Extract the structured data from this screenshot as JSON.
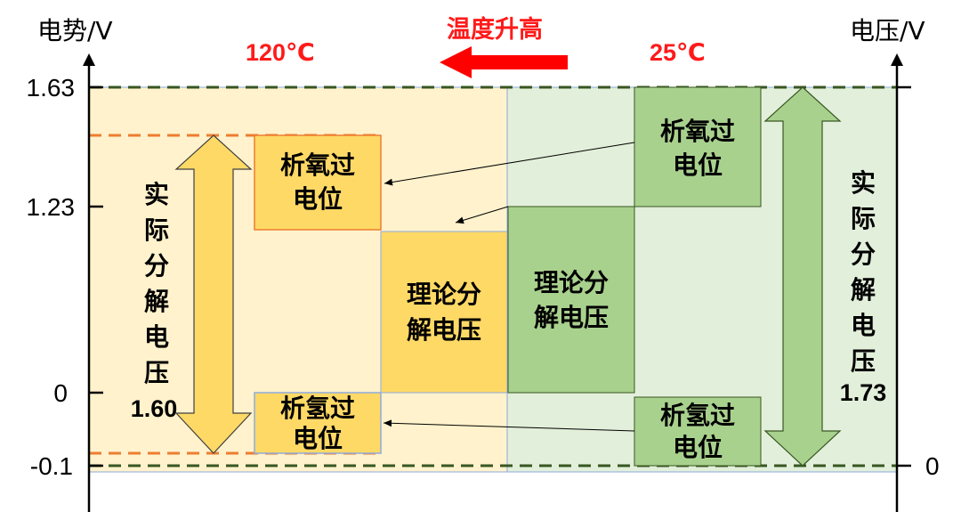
{
  "axes": {
    "left_title": "电势/V",
    "right_title": "电压/V",
    "left_ticks": [
      "1.63",
      "1.23",
      "0",
      "-0.1"
    ],
    "right_tick": "0"
  },
  "header": {
    "hot_temp": "120℃",
    "cold_temp": "25℃",
    "heating_label": "温度升高"
  },
  "hot_panel": {
    "oer_line1": "析氧过",
    "oer_line2": "电位",
    "theory_line1": "理论分",
    "theory_line2": "解电压",
    "her_line1": "析氢过",
    "her_line2": "电位",
    "actual_label": [
      "实",
      "际",
      "分",
      "解",
      "电",
      "压"
    ],
    "actual_value": "1.60"
  },
  "cold_panel": {
    "oer_line1": "析氧过",
    "oer_line2": "电位",
    "theory_line1": "理论分",
    "theory_line2": "解电压",
    "her_line1": "析氢过",
    "her_line2": "电位",
    "actual_label": [
      "实",
      "际",
      "分",
      "解",
      "电",
      "压"
    ],
    "actual_value": "1.73"
  },
  "colors": {
    "hot_bg": "#fff2cc",
    "cold_bg": "#e2efda",
    "hot_box": "#ffd966",
    "hot_arrow": "#ffd966",
    "cold_box": "#a9d18e",
    "hot_dash": "#ed7d31",
    "cold_dash": "#385723",
    "accent_red": "#ff0000"
  }
}
